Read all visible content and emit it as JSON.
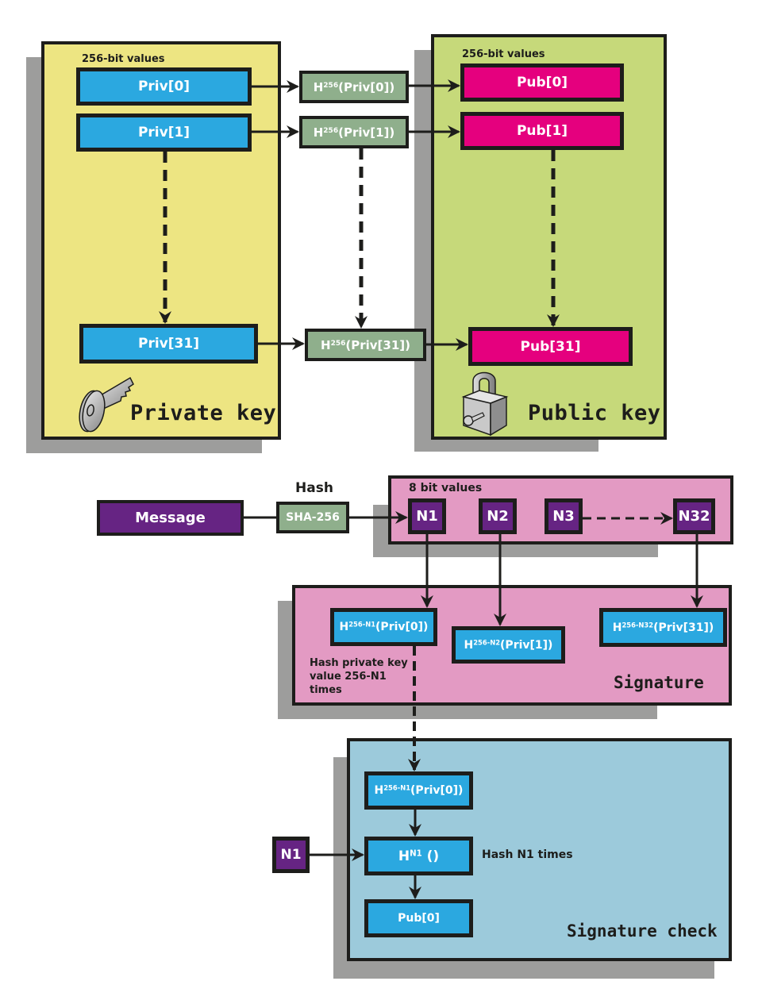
{
  "private_key_panel": {
    "title": "Private key",
    "header": "256-bit values",
    "values": [
      "Priv[0]",
      "Priv[1]",
      "Priv[31]"
    ]
  },
  "hash_column": {
    "items": [
      {
        "base": "H",
        "sup": "256",
        "arg": "(Priv[0])"
      },
      {
        "base": "H",
        "sup": "256",
        "arg": "(Priv[1])"
      },
      {
        "base": "H",
        "sup": "256",
        "arg": "(Priv[31])"
      }
    ]
  },
  "public_key_panel": {
    "title": "Public key",
    "header": "256-bit values",
    "values": [
      "Pub[0]",
      "Pub[1]",
      "Pub[31]"
    ]
  },
  "message_flow": {
    "message_label": "Message",
    "hash_label": "Hash",
    "hash_function": "SHA-256"
  },
  "values_panel": {
    "header": "8 bit values",
    "items": [
      "N1",
      "N2",
      "N3",
      "N32"
    ]
  },
  "signature_panel": {
    "title": "Signature",
    "items": [
      {
        "base": "H",
        "sup": "256-N1",
        "arg": "(Priv[0])"
      },
      {
        "base": "H",
        "sup": "256-N2",
        "arg": "(Priv[1])"
      },
      {
        "base": "H",
        "sup": "256-N32",
        "arg": "(Priv[31])"
      }
    ],
    "note": [
      "Hash private key",
      "value 256-N1",
      "times"
    ]
  },
  "check_panel": {
    "title": "Signature check",
    "input_label": "N1",
    "step1": {
      "base": "H",
      "sup": "256-N1",
      "arg": "(Priv[0])"
    },
    "step2": {
      "base": "H",
      "sup": "N1",
      "arg": " ()"
    },
    "step2_note": "Hash N1 times",
    "result": "Pub[0]"
  },
  "colors": {
    "private_panel": "#ede582",
    "public_panel": "#c6d97a",
    "signature_panel": "#e39ac3",
    "check_panel": "#9ccadb",
    "private_value": "#2ba8e0",
    "public_value": "#e5007e",
    "hash_box": "#8faf8c",
    "message_box": "#662483"
  },
  "icons": {
    "private": "key-icon",
    "public": "padlock-icon"
  }
}
